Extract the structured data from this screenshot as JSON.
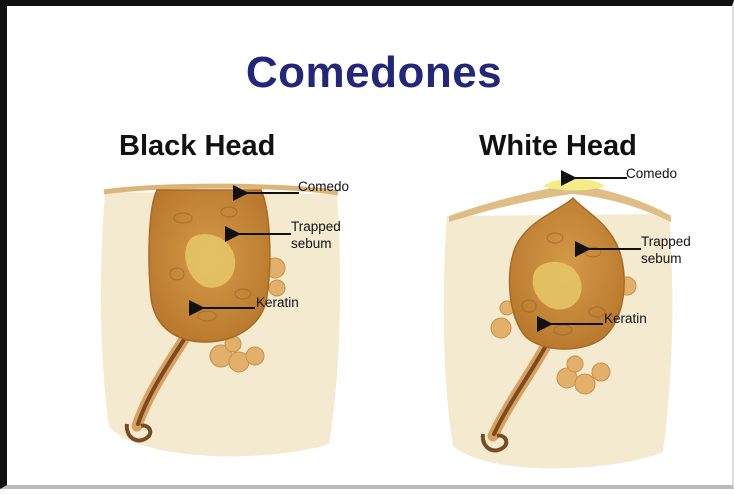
{
  "title": "Comedones",
  "panels": [
    {
      "heading": "Black Head",
      "labels": {
        "comedo": "Comedo",
        "trapped_line1": "Trapped",
        "trapped_line2": "sebum",
        "keratin": "Keratin"
      }
    },
    {
      "heading": "White Head",
      "labels": {
        "comedo": "Comedo",
        "trapped_line1": "Trapped",
        "trapped_line2": "sebum",
        "keratin": "Keratin"
      }
    }
  ],
  "colors": {
    "title": "#22277a",
    "skin": "#f4ead0",
    "surface": "#e0bd84",
    "plug": "#c68a3c",
    "sebum_core": "#e0c060",
    "gland": "#e2b06a",
    "hair": "#7a4a20",
    "whitehead_top": "#f4ec86"
  }
}
